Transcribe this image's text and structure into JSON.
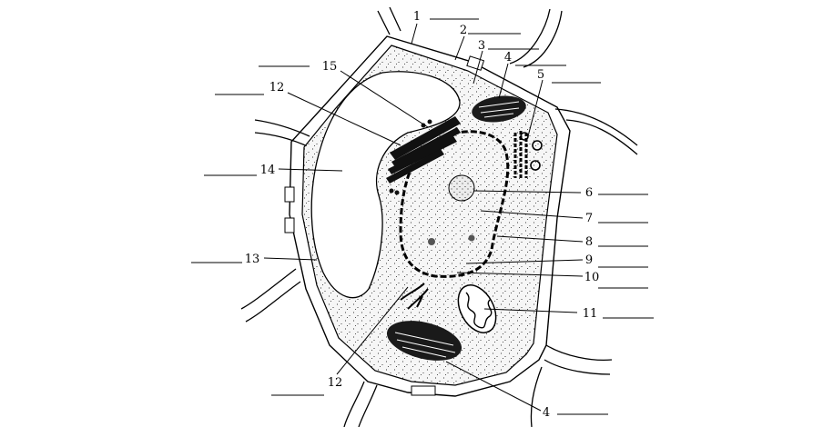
{
  "labels": [
    "1",
    "2",
    "3",
    "4",
    "5",
    "15",
    "12",
    "14",
    "13",
    "6",
    "7",
    "8",
    "9",
    "10",
    "11",
    "12",
    "4"
  ],
  "colors": {
    "ink": "#000000",
    "cytoplasm": "#f4f4f4",
    "background": "#ffffff"
  }
}
